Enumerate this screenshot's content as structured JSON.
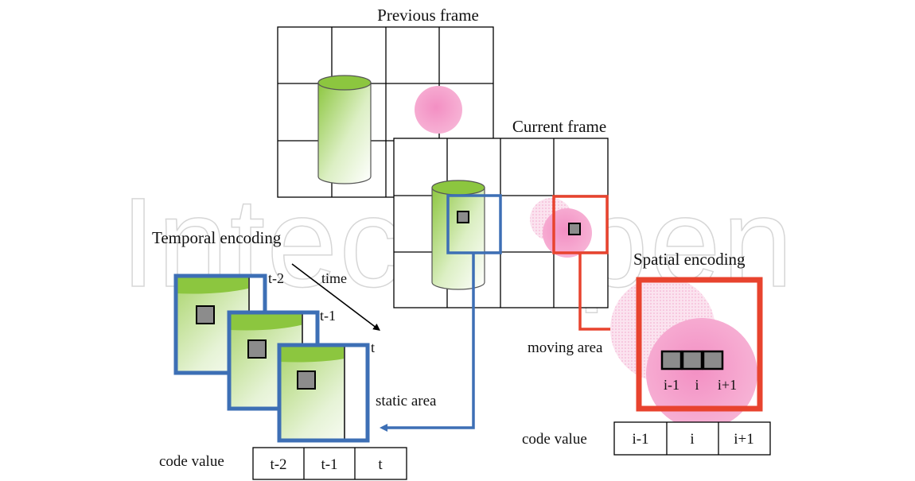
{
  "watermark": "IntechOpen",
  "previous_frame": {
    "title": "Previous frame"
  },
  "current_frame": {
    "title": "Current frame"
  },
  "temporal": {
    "title": "Temporal encoding",
    "time_label": "time",
    "frame_labels": [
      "t-2",
      "t-1",
      "t"
    ],
    "area_label": "static area",
    "code_label": "code value",
    "code_values": [
      "t-2",
      "t-1",
      "t"
    ]
  },
  "spatial": {
    "title": "Spatial encoding",
    "area_label": "moving area",
    "pixel_labels": [
      "i-1",
      "i",
      "i+1"
    ],
    "code_label": "code value",
    "code_values": [
      "i-1",
      "i",
      "i+1"
    ]
  },
  "colors": {
    "temporal_accent": "#3d6fb5",
    "spatial_accent": "#e8432e",
    "cylinder_green": "#8cc63f",
    "pink": "#f08cc0",
    "pixel_gray": "#8c8c8c"
  }
}
